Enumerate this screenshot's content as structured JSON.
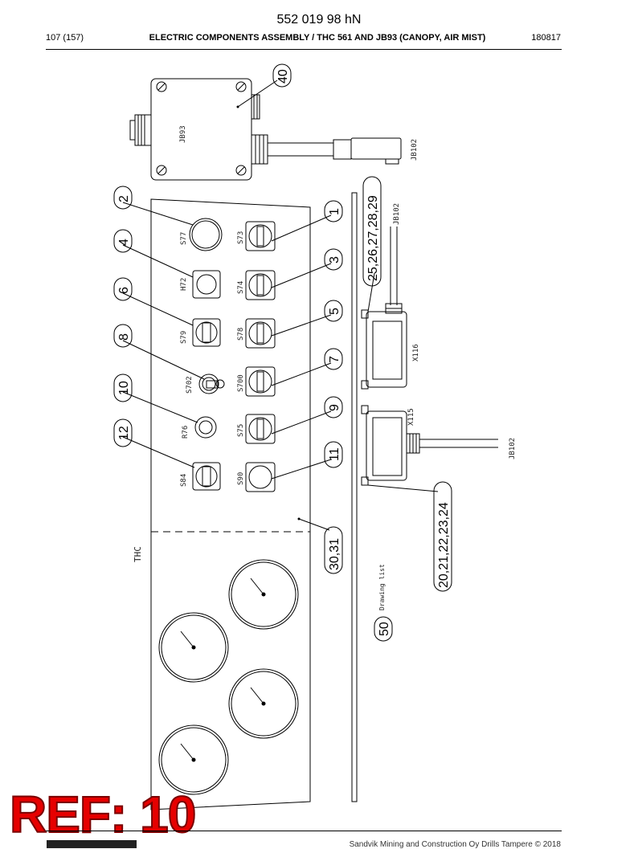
{
  "header": {
    "doc_number": "552 019 98 hN",
    "page": "107 (157)",
    "title": "ELECTRIC COMPONENTS ASSEMBLY / THC 561 AND JB93 (CANOPY, AIR MIST)",
    "date": "180817"
  },
  "footer": {
    "text": "Sandvik Mining and Construction Oy Drills Tampere © 2018"
  },
  "ref_stamp": "REF: 10",
  "drawing": {
    "labels": {
      "jb93": "JB93",
      "jb102_a": "JB102",
      "jb102_b": "JB102",
      "jb102_c": "JB102",
      "x116": "X116",
      "x115": "X115",
      "thc": "THC",
      "drawing_list": "Drawing list"
    },
    "components": {
      "s77": "S77",
      "s73": "S73",
      "h72": "H72",
      "s74": "S74",
      "s79": "S79",
      "s78": "S78",
      "s702": "S702",
      "s700": "S700",
      "r76": "R76",
      "s75": "S75",
      "s84": "S84",
      "s90": "S90"
    },
    "balloons": {
      "b40": "40",
      "b2": "2",
      "b1": "1",
      "b4": "4",
      "b3": "3",
      "b6": "6",
      "b5": "5",
      "b8": "8",
      "b7": "7",
      "b10": "10",
      "b9": "9",
      "b12": "12",
      "b11": "11",
      "b30_31": "30,31",
      "b50": "50",
      "b25_29": "25,26,27,28,29",
      "b20_24": "20,21,22,23,24"
    }
  }
}
